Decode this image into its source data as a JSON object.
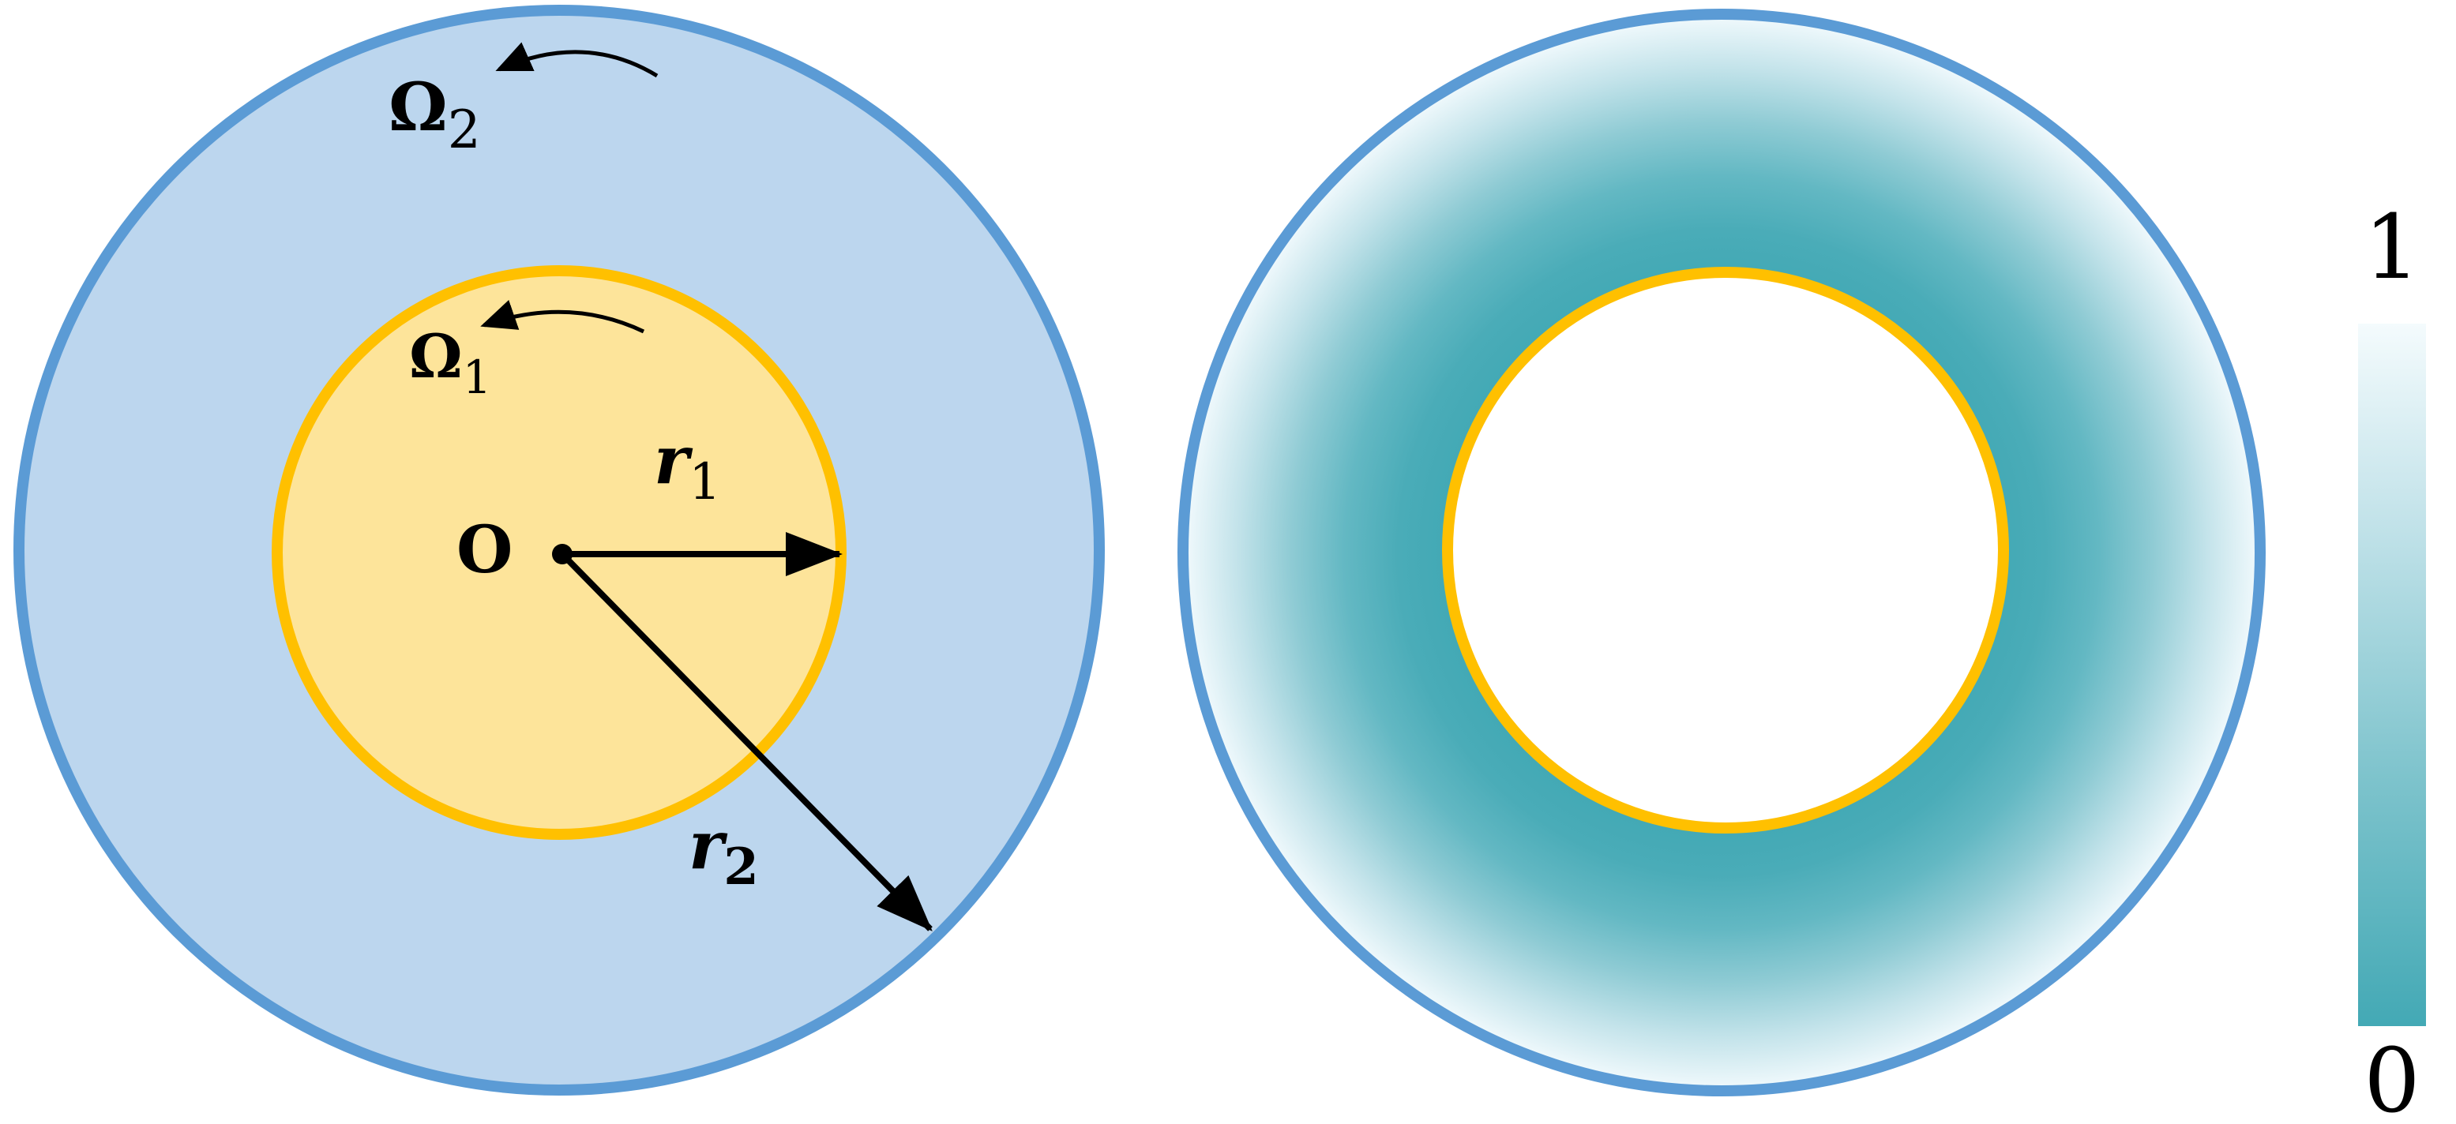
{
  "left_panel": {
    "outer_label": {
      "main": "Ω",
      "sub": "2"
    },
    "inner_label": {
      "main": "Ω",
      "sub": "1"
    },
    "center_label": "O",
    "r1_label": {
      "main": "r",
      "sub": "1"
    },
    "r2_label": {
      "main": "r",
      "sub": "2"
    }
  },
  "right_panel": {
    "colorbar": {
      "max_label": "1",
      "min_label": "0"
    }
  },
  "colors": {
    "outer_fill": "#bcd6ee",
    "outer_stroke": "#5b9bd5",
    "inner_fill": "#fde49a",
    "inner_stroke": "#ffc000",
    "field_dark": "#43a9b5",
    "field_light": "#f2fafd",
    "arrow": "#000000"
  }
}
